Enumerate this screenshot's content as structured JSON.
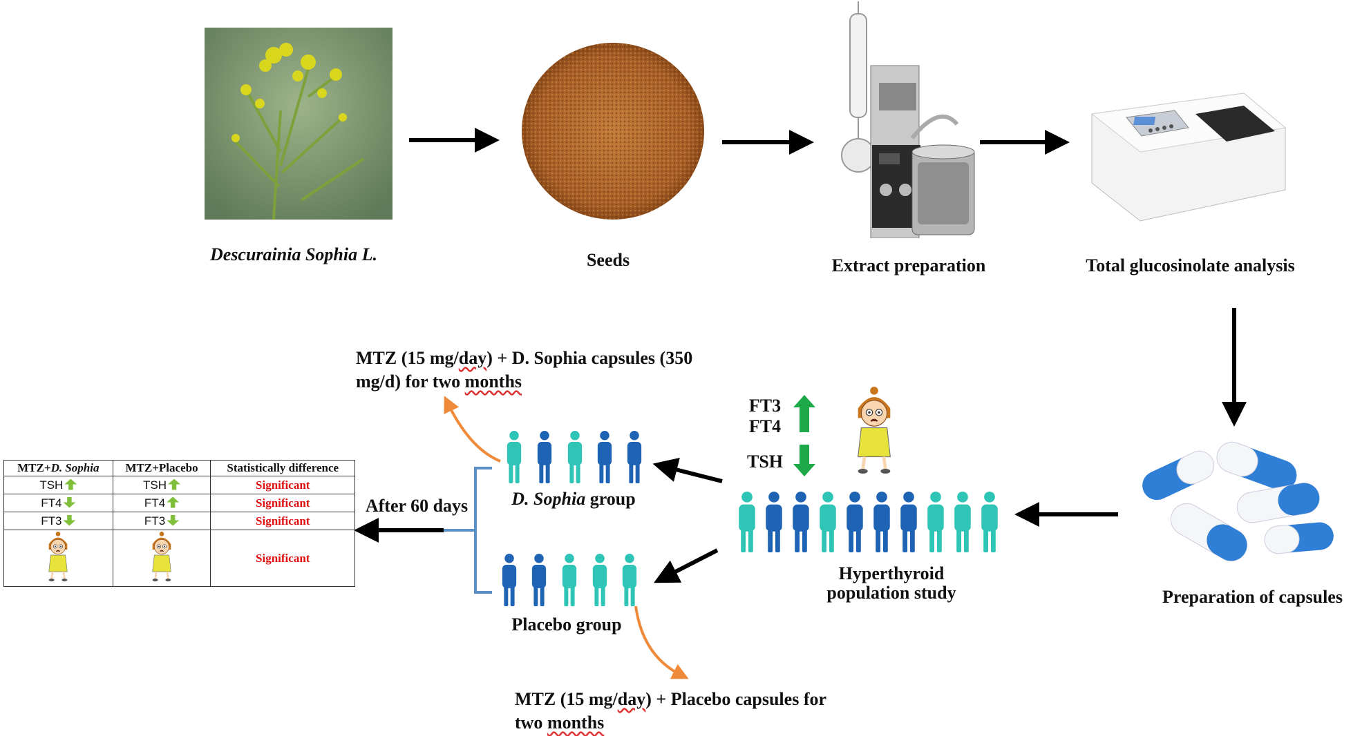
{
  "steps": {
    "plant": "Descurainia Sophia L.",
    "seeds": "Seeds",
    "extract": "Extract preparation",
    "analysis": "Total glucosinolate analysis",
    "capsules": "Preparation of capsules"
  },
  "population": {
    "label_line1": "Hyperthyroid",
    "label_line2": "population study",
    "ft3": "FT3",
    "ft4": "FT4",
    "tsh": "TSH"
  },
  "groups": {
    "sophia_prefix": "D. Sophia",
    "sophia_suffix": " group",
    "placebo": "Placebo group",
    "after": "After 60 days"
  },
  "notes": {
    "sophia_a": "MTZ (15 mg/",
    "sophia_b": "day",
    "sophia_c": ") + D. Sophia capsules (350",
    "sophia_d": "mg/d) for two ",
    "sophia_e": "months",
    "placebo_a": "MTZ  (15  mg/",
    "placebo_b": "day",
    "placebo_c": ")  +  Placebo  capsules  for",
    "placebo_d": "two ",
    "placebo_e": "months"
  },
  "table": {
    "headers": [
      "MTZ+D. Sophia",
      "MTZ+Placebo",
      "Statistically difference"
    ],
    "rows": [
      {
        "a": "TSH",
        "a_dir": "up",
        "b": "TSH",
        "b_dir": "up",
        "c": "Significant"
      },
      {
        "a": "FT4",
        "a_dir": "down",
        "b": "FT4",
        "b_dir": "up",
        "c": "Significant"
      },
      {
        "a": "FT3",
        "a_dir": "down",
        "b": "FT3",
        "b_dir": "down",
        "c": "Significant"
      },
      {
        "a": "",
        "b": "",
        "c": "Significant"
      }
    ]
  },
  "colors": {
    "person_dark": "#1f63b4",
    "person_teal": "#2ec4b6",
    "arrow_green": "#1da84a",
    "small_arrow_green": "#7fbf3a",
    "curve_orange": "#ee8a3a",
    "bracket_blue": "#5b90c8",
    "significant_red": "#e01010"
  }
}
